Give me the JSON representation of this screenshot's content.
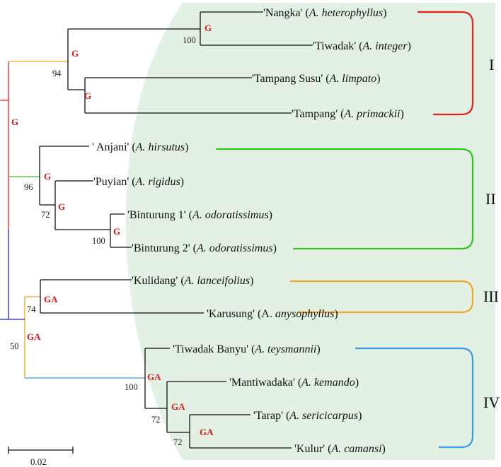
{
  "colors": {
    "ancestral_label": "#e0161b",
    "background_shade": "#e2f1e4",
    "clade_I": "#e8201e",
    "clade_II": "#2dc71d",
    "clade_III": "#f5a623",
    "clade_IV": "#3c9be6",
    "root_upper": "#e8201e",
    "root_lower": "#2222cc",
    "branch_default": "#111111"
  },
  "leaves": [
    {
      "id": "nangka",
      "name": "'Nangka' (",
      "species": "A. heterophyllus",
      "close": ")"
    },
    {
      "id": "tiwadak",
      "name": "'Tiwadak' (",
      "species": "A. integer",
      "close": ")"
    },
    {
      "id": "tampang-susu",
      "name": "'Tampang Susu' (",
      "species": "A. limpato",
      "close": ")"
    },
    {
      "id": "tampang",
      "name": "'Tampang' (",
      "species": "A. primackii",
      "close": ")"
    },
    {
      "id": "anjani",
      "name": "' Anjani' (",
      "species": "A. hirsutus",
      "close": ")"
    },
    {
      "id": "puyian",
      "name": "'Puyian' (",
      "species": "A. rigidus",
      "close": ")"
    },
    {
      "id": "binturung-1",
      "name": "'Binturung 1' (",
      "species": "A. odoratissimus",
      "close": ")"
    },
    {
      "id": "binturung-2",
      "name": "'Binturung 2' (",
      "species": "A. odoratissimus",
      "close": ")"
    },
    {
      "id": "kulidang",
      "name": "'Kulidang' (",
      "species": "A. lanceifolius",
      "close": ")"
    },
    {
      "id": "karusung",
      "name": "'Karusung' (A. ",
      "species": "anysophyllus",
      "close": ")"
    },
    {
      "id": "tiwadak-banyu",
      "name": "'Tiwadak Banyu' (",
      "species": "A. teysmannii",
      "close": ")"
    },
    {
      "id": "mantiwadaka",
      "name": "'Mantiwadaka' (",
      "species": "A. kemando",
      "close": ")"
    },
    {
      "id": "tarap",
      "name": "'Tarap' (",
      "species": "A. sericicarpus",
      "close": ")"
    },
    {
      "id": "kulur",
      "name": "'Kulur' (",
      "species": "A. camansi",
      "close": ")"
    }
  ],
  "clades": [
    {
      "id": "I",
      "label": "I"
    },
    {
      "id": "II",
      "label": "II"
    },
    {
      "id": "III",
      "label": "III"
    },
    {
      "id": "IV",
      "label": "IV"
    }
  ],
  "bootstrap": {
    "nangka_tiwadak": "100",
    "clade_I": "94",
    "clade_II": "96",
    "puyian_binturung": "72",
    "binturung_pair": "100",
    "clade_III": "74",
    "clade_III_IV": "50",
    "clade_IV": "100",
    "mantiwadaka_group": "72",
    "tarap_kulur": "72"
  },
  "ancestral_states": {
    "root_upper": "G",
    "nangka_tiwadak": "G",
    "clade_I": "G",
    "tampang_pair": "G",
    "clade_II": "G",
    "puyian_binturung": "G",
    "binturung_pair": "G",
    "clade_III": "GA",
    "clade_III_IV": "GA",
    "clade_IV": "GA",
    "mantiwadaka_group": "GA",
    "tarap_kulur": "GA"
  },
  "scale_bar": {
    "label": "0.02"
  }
}
